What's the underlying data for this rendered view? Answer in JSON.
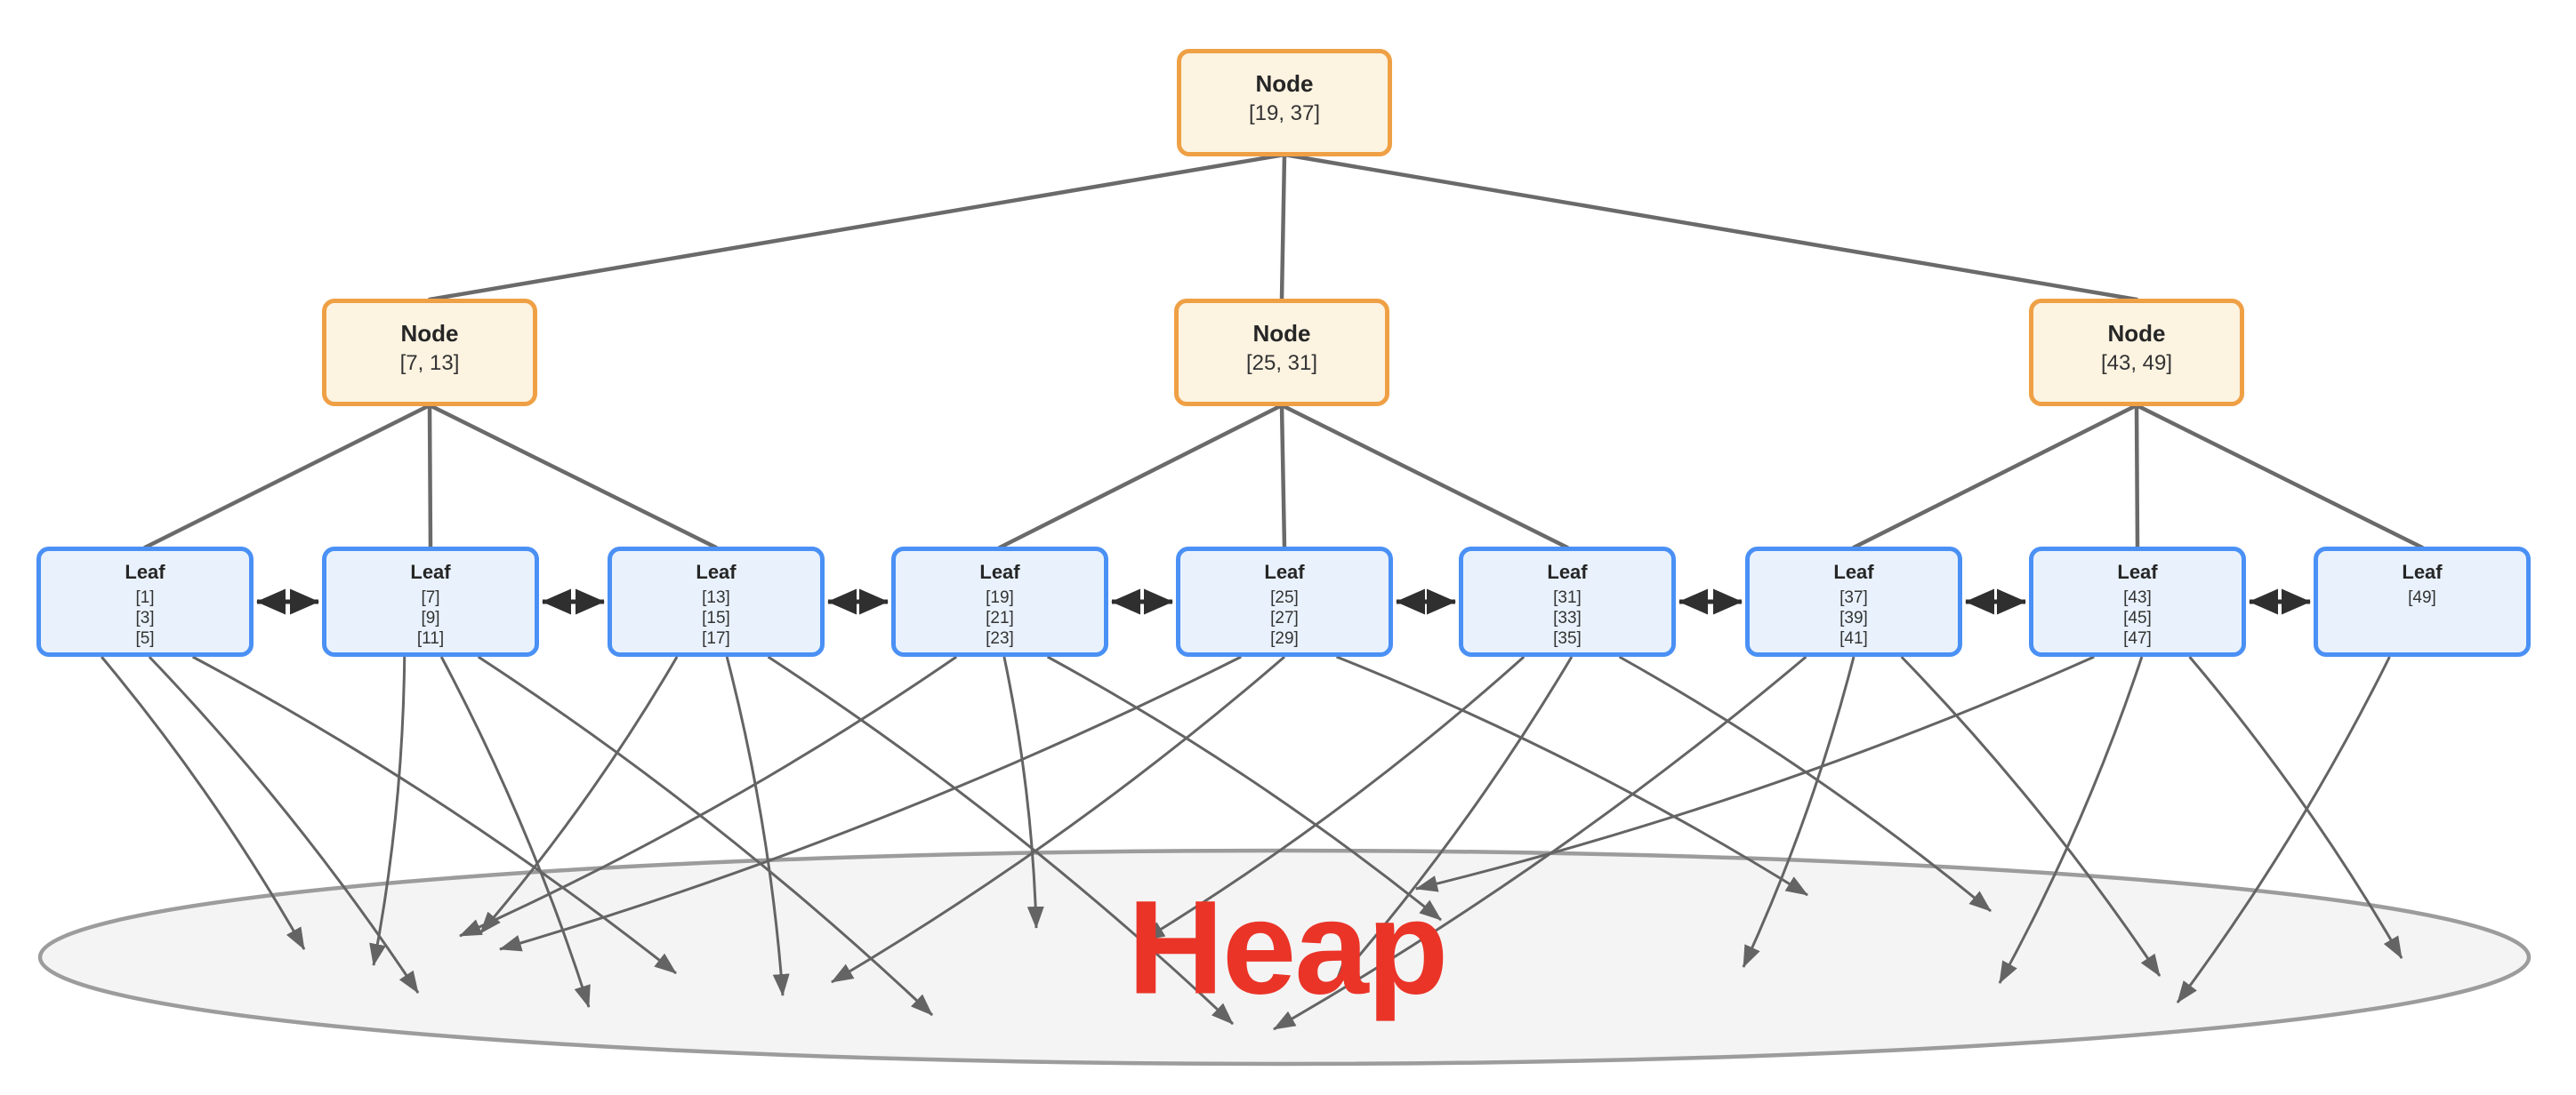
{
  "heap": {
    "label": "Heap"
  },
  "tree": {
    "root": {
      "title": "Node",
      "keys": "[19, 37]"
    },
    "internal": [
      {
        "title": "Node",
        "keys": "[7, 13]"
      },
      {
        "title": "Node",
        "keys": "[25, 31]"
      },
      {
        "title": "Node",
        "keys": "[43, 49]"
      }
    ],
    "leaves": [
      {
        "title": "Leaf",
        "values": [
          "[1]",
          "[3]",
          "[5]"
        ]
      },
      {
        "title": "Leaf",
        "values": [
          "[7]",
          "[9]",
          "[11]"
        ]
      },
      {
        "title": "Leaf",
        "values": [
          "[13]",
          "[15]",
          "[17]"
        ]
      },
      {
        "title": "Leaf",
        "values": [
          "[19]",
          "[21]",
          "[23]"
        ]
      },
      {
        "title": "Leaf",
        "values": [
          "[25]",
          "[27]",
          "[29]"
        ]
      },
      {
        "title": "Leaf",
        "values": [
          "[31]",
          "[33]",
          "[35]"
        ]
      },
      {
        "title": "Leaf",
        "values": [
          "[37]",
          "[39]",
          "[41]"
        ]
      },
      {
        "title": "Leaf",
        "values": [
          "[43]",
          "[45]",
          "[47]"
        ]
      },
      {
        "title": "Leaf",
        "values": [
          "[49]"
        ]
      }
    ]
  },
  "colors": {
    "node_border": "#EFA045",
    "node_fill": "#FCF3E1",
    "leaf_border": "#4A90F5",
    "leaf_fill": "#E9F2FC",
    "tree_edge": "#6A6A6A",
    "heap_arrow": "#646464",
    "link_arrow": "#2F2F2F",
    "ellipse_fill": "#F4F4F4",
    "ellipse_stroke": "#9C9C9C",
    "heap_text": "#EA3428",
    "box_text": "#262626"
  }
}
